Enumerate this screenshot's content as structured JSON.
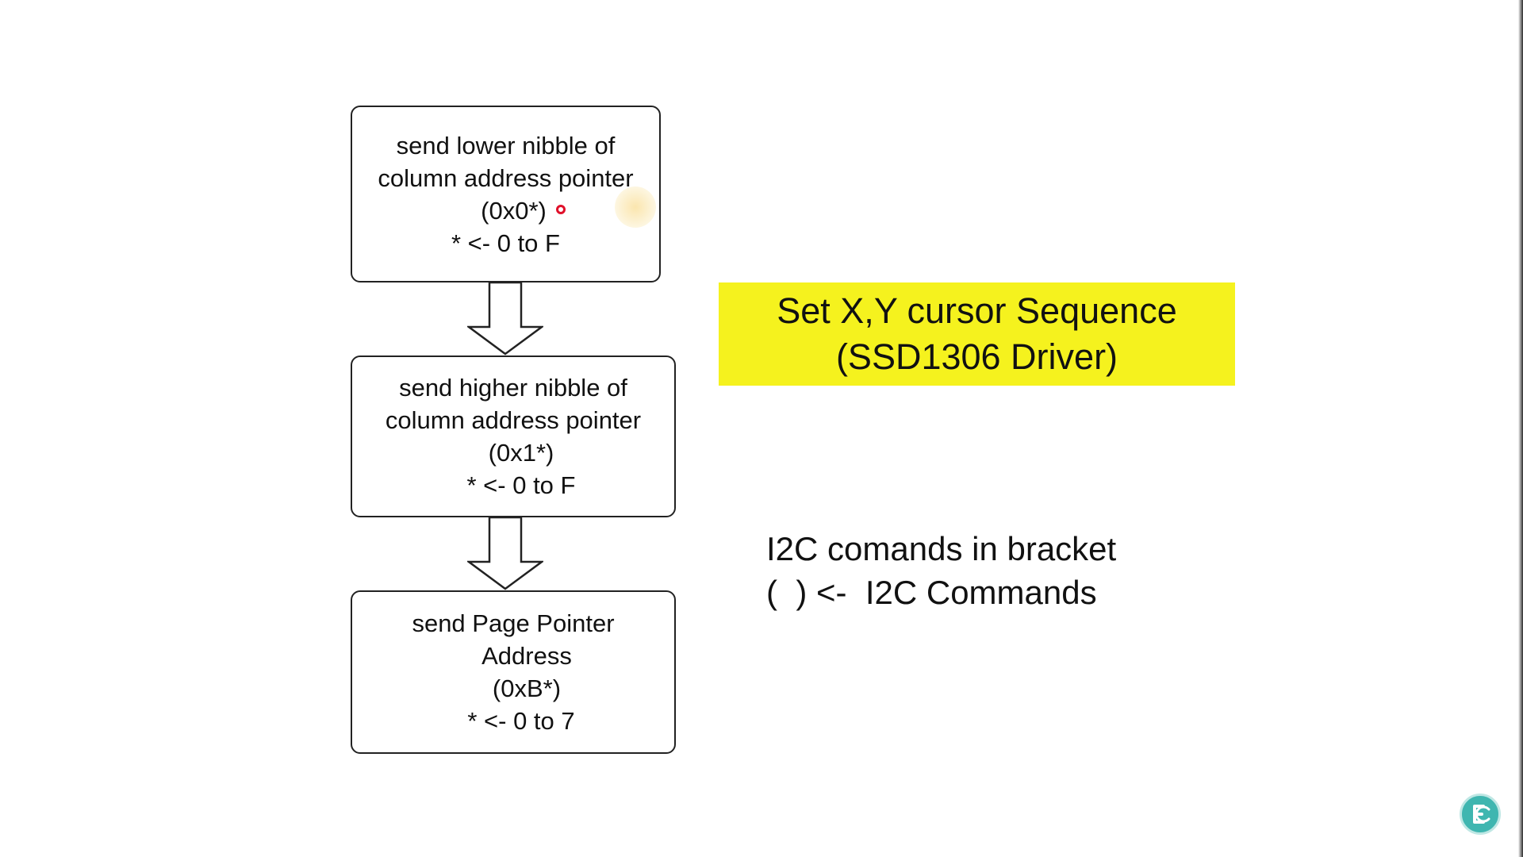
{
  "flowchart": {
    "steps": [
      {
        "lines": [
          "send lower nibble of",
          "column address pointer",
          "(0x0*)",
          "* <- 0 to F"
        ]
      },
      {
        "lines": [
          "send higher nibble of",
          "column address pointer",
          "(0x1*)",
          "* <- 0 to F"
        ]
      },
      {
        "lines": [
          "send Page Pointer",
          "Address",
          "(0xB*)",
          "* <- 0 to 7"
        ]
      }
    ]
  },
  "title_banner": {
    "line1": "Set X,Y cursor Sequence",
    "line2": "(SSD1306 Driver)"
  },
  "note": {
    "line1": "I2C comands in bracket",
    "line2": "(  ) <-  I2C Commands"
  },
  "colors": {
    "banner_background": "#f5f21e",
    "cursor_dot": "#e0102a",
    "logo": "#3fb6b0"
  },
  "icons": {
    "arrow": "down-arrow-icon",
    "logo": "channel-logo-icon"
  }
}
